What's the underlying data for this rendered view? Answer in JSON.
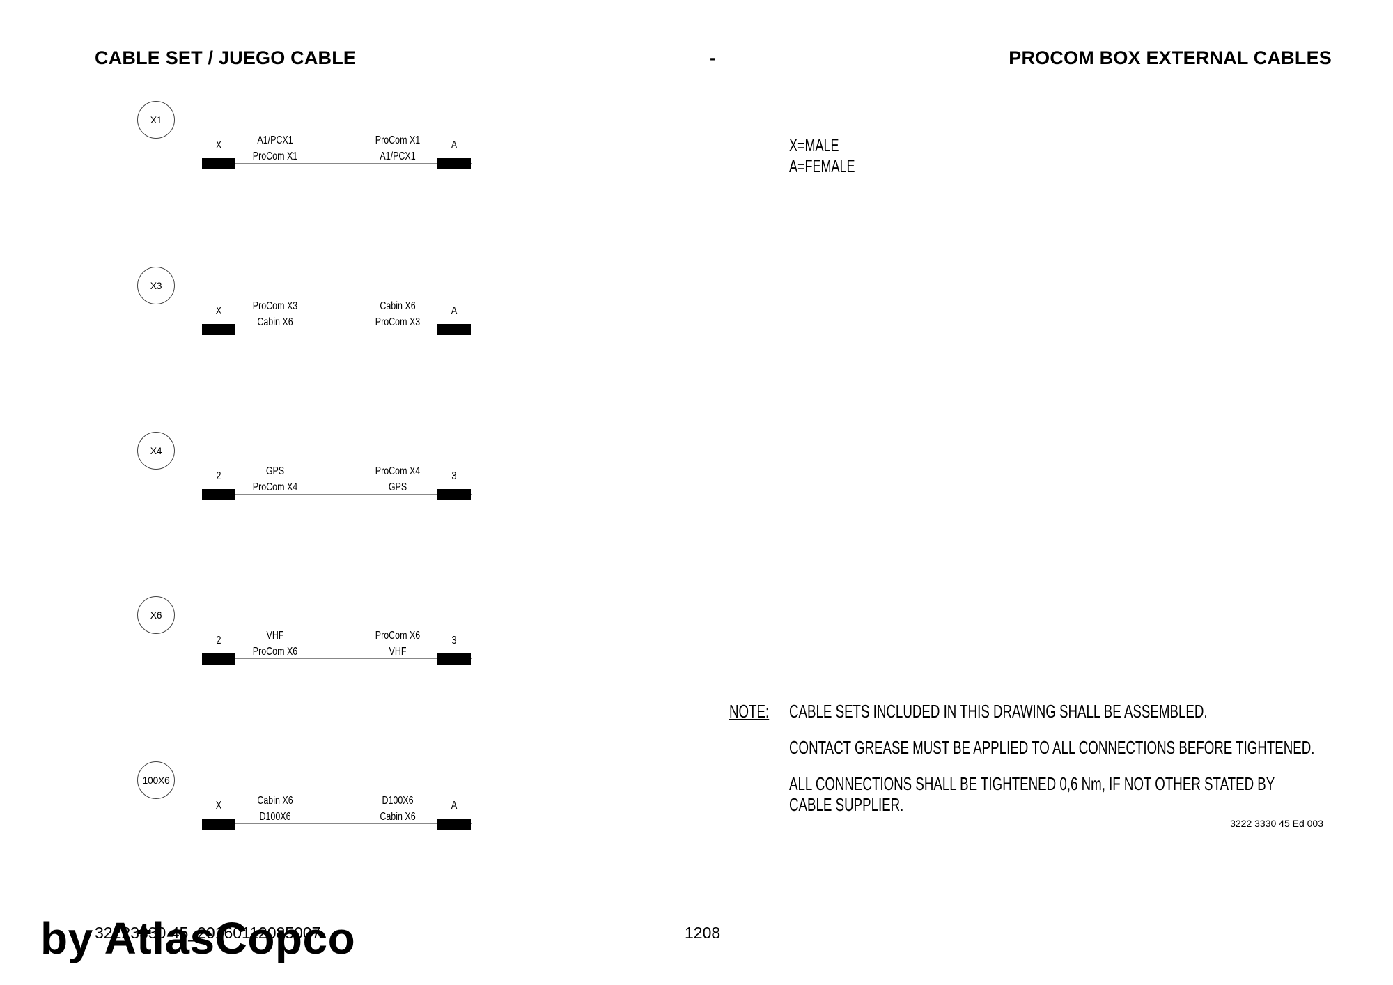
{
  "header": {
    "left": "CABLE SET / JUEGO CABLE",
    "middle": "-",
    "right": "PROCOM BOX EXTERNAL CABLES"
  },
  "cables": [
    {
      "tag": "X1",
      "left_end": "X",
      "right_end": "A",
      "left_line1": "A1/PCX1",
      "left_line2": "ProCom X1",
      "right_line1": "ProCom X1",
      "right_line2": "A1/PCX1"
    },
    {
      "tag": "X3",
      "left_end": "X",
      "right_end": "A",
      "left_line1": "ProCom X3",
      "left_line2": "Cabin X6",
      "right_line1": "Cabin X6",
      "right_line2": "ProCom X3"
    },
    {
      "tag": "X4",
      "left_end": "2",
      "right_end": "3",
      "left_line1": "GPS",
      "left_line2": "ProCom X4",
      "right_line1": "ProCom X4",
      "right_line2": "GPS"
    },
    {
      "tag": "X6",
      "left_end": "2",
      "right_end": "3",
      "left_line1": "VHF",
      "left_line2": "ProCom X6",
      "right_line1": "ProCom X6",
      "right_line2": "VHF"
    },
    {
      "tag": "100X6",
      "left_end": "X",
      "right_end": "A",
      "left_line1": "Cabin X6",
      "left_line2": "D100X6",
      "right_line1": "D100X6",
      "right_line2": "Cabin X6"
    }
  ],
  "legend": {
    "male": "X=MALE",
    "female": "A=FEMALE"
  },
  "note": {
    "label": "NOTE:",
    "line1": "CABLE SETS INCLUDED IN THIS DRAWING SHALL BE ASSEMBLED.",
    "line2": "CONTACT GREASE MUST BE APPLIED TO ALL CONNECTIONS BEFORE TIGHTENED.",
    "line3a": "ALL CONNECTIONS SHALL BE TIGHTENED 0,6 Nm, IF NOT OTHER STATED BY",
    "line3b": "CABLE SUPPLIER."
  },
  "doc_ref": "3222 3330 45 Ed 003",
  "footer": {
    "id": "32223330 45_20160112085007",
    "page": "1208",
    "watermark": "by AtlasCopco"
  }
}
